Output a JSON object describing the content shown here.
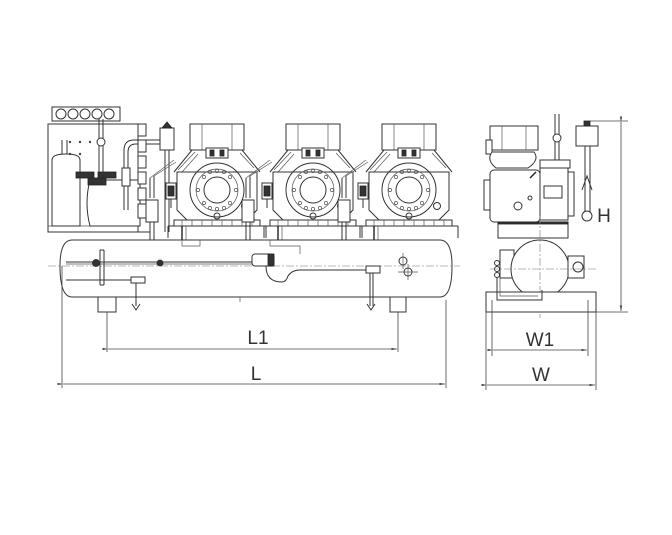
{
  "diagram": {
    "type": "engineering-drawing",
    "subject": "Parallel compressor rack unit (3 semi-hermetic compressors on horizontal receiver)",
    "views": [
      {
        "name": "front-view",
        "compressor_count": 3
      },
      {
        "name": "side-view"
      }
    ],
    "dimensions": {
      "length_overall": "L",
      "length_mounting": "L1",
      "width_overall": "W",
      "width_mounting": "W1",
      "height": "H"
    },
    "colors": {
      "line": "#333333",
      "background": "#ffffff"
    }
  }
}
